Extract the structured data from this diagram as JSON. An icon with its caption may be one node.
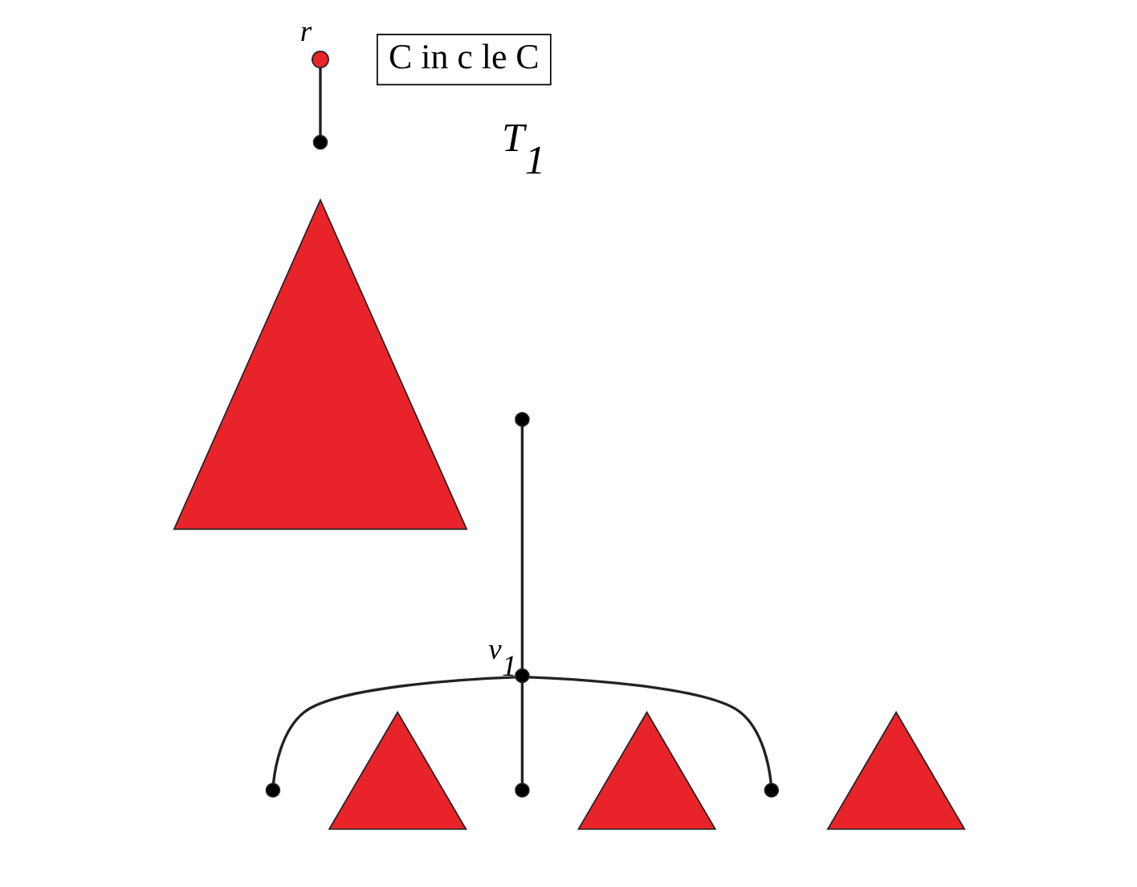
{
  "diagram": {
    "nodes": [
      {
        "text": [],
        "shape": "circle",
        "beside": [
          "r"
        ]
      },
      {
        "text": [],
        "shape": "circle"
      },
      {
        "text": [],
        "shape": "triangle"
      },
      {
        "text": [],
        "shape": "circle"
      },
      {
        "text": [],
        "shape": "circle",
        "beside": [
          "v$_{1}$"
        ]
      },
      {
        "text": [],
        "shape": "circle"
      },
      {
        "text": [],
        "shape": "circle"
      },
      {
        "text": [],
        "shape": "circle"
      },
      {
        "text": [],
        "shape": "triangle"
      },
      {
        "text": [],
        "shape": "triangle"
      },
      {
        "text": [],
        "shape": "triangle"
      },
      {
        "text": [
          "C in c le C"
        ]
      }
    ],
    "edges": [
      {
        "from": 0,
        "to": 1,
        "arrow": "none"
      },
      {
        "from": 3,
        "to": 4,
        "arrow": "none"
      },
      {
        "from": 4,
        "to": 5,
        "arrow": "none"
      },
      {
        "from": 4,
        "to": 6,
        "arrow": "none"
      },
      {
        "from": 4,
        "to": 7,
        "arrow": "none"
      }
    ],
    "labels": [
      "T$_{1}$"
    ]
  }
}
